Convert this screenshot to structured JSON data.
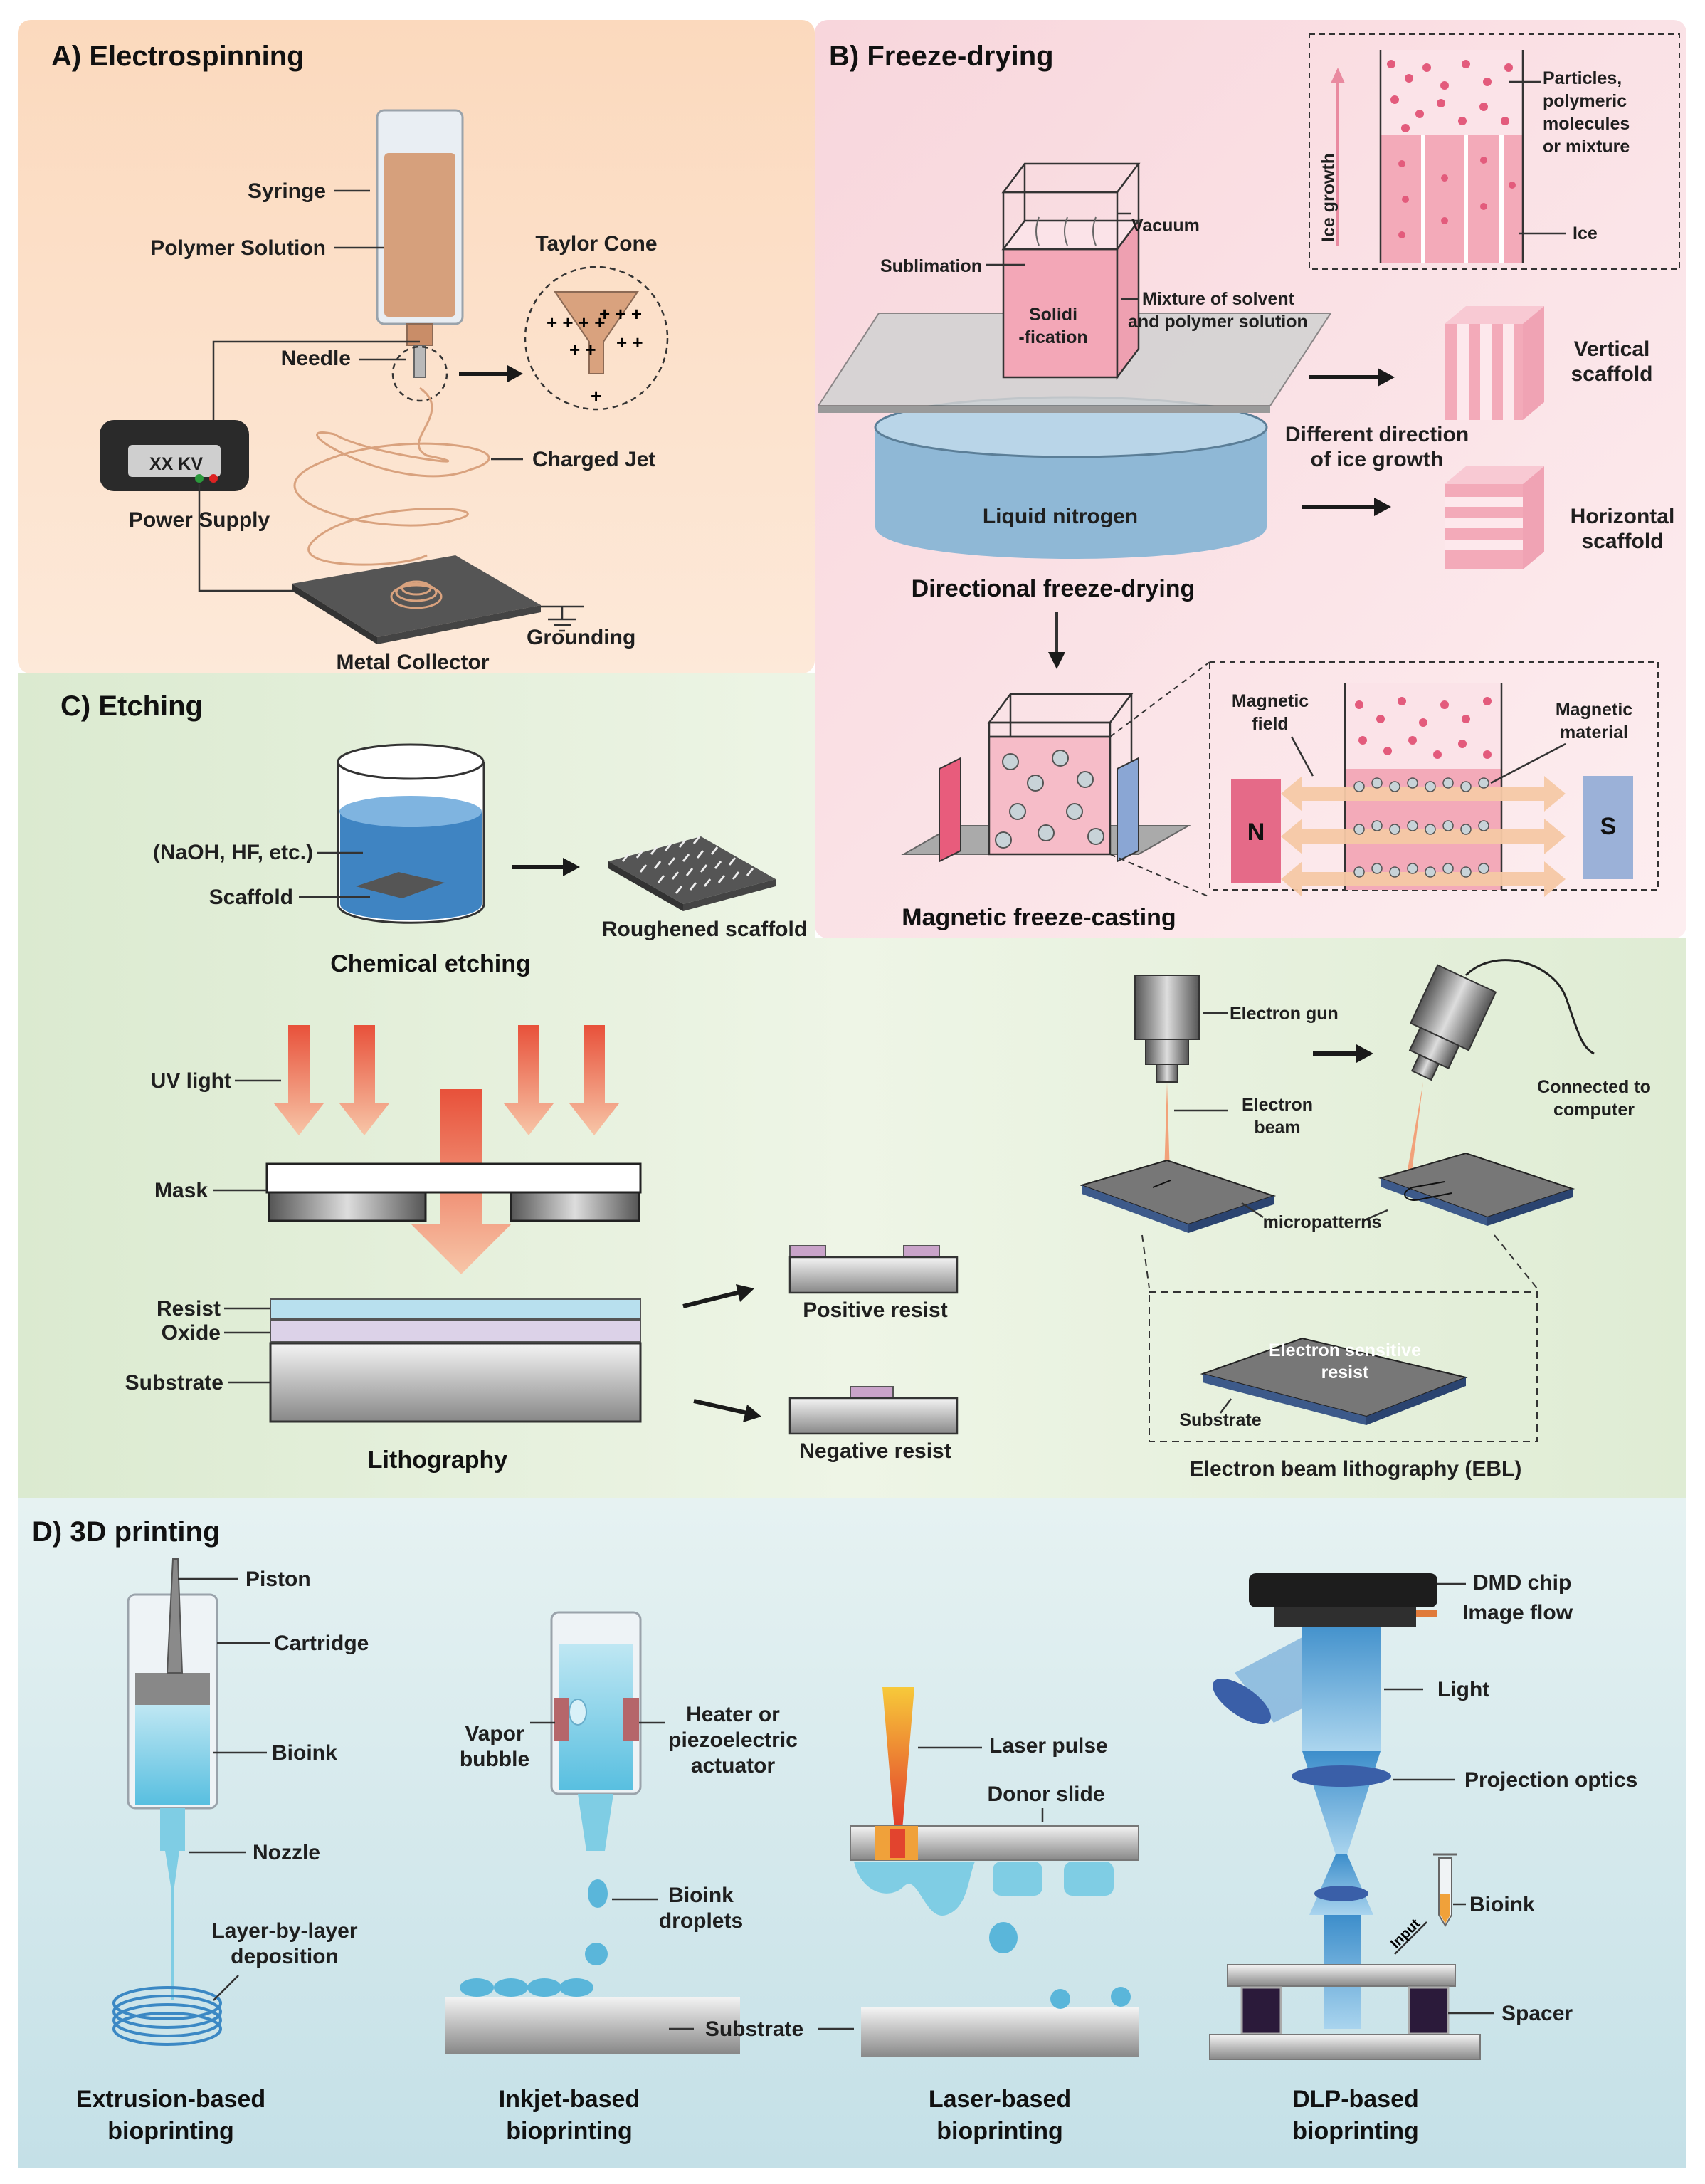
{
  "panels": {
    "a": {
      "title": "A) Electrospinning",
      "labels": {
        "syringe": "Syringe",
        "polymer_solution": "Polymer Solution",
        "taylor_cone": "Taylor Cone",
        "needle": "Needle",
        "charged_jet": "Charged Jet",
        "power_display": "XX KV",
        "power_supply": "Power Supply",
        "metal_collector": "Metal Collector",
        "grounding": "Grounding"
      }
    },
    "b": {
      "title": "B) Freeze-drying",
      "labels": {
        "particles": [
          "Particles,",
          "polymeric",
          "molecules",
          "or mixture"
        ],
        "ice_growth": "Ice growth",
        "ice": "Ice",
        "vacuum": "Vacuum",
        "sublimation": "Sublimation",
        "solidification": [
          "Solidi",
          "-fication"
        ],
        "mixture": [
          "Mixture of solvent",
          "and polymer solution"
        ],
        "vertical": [
          "Vertical",
          "scaffold"
        ],
        "different_direction": [
          "Different direction",
          "of ice growth"
        ],
        "horizontal": [
          "Horizontal",
          "scaffold"
        ],
        "liquid_nitrogen": "Liquid nitrogen",
        "directional": "Directional freeze-drying",
        "magnetic_field": [
          "Magnetic",
          "field"
        ],
        "magnetic_material": [
          "Magnetic",
          "material"
        ],
        "pole_n": "N",
        "pole_s": "S",
        "magnetic_casting": "Magnetic freeze-casting"
      }
    },
    "c": {
      "title": "C) Etching",
      "labels": {
        "naoh": "(NaOH, HF, etc.)",
        "scaffold": "Scaffold",
        "roughened": "Roughened scaffold",
        "chemical_etching": "Chemical etching",
        "uv_light": "UV light",
        "mask": "Mask",
        "resist": "Resist",
        "oxide": "Oxide",
        "substrate": "Substrate",
        "lithography": "Lithography",
        "positive_resist": "Positive resist",
        "negative_resist": "Negative resist",
        "electron_gun": "Electron gun",
        "electron_beam": [
          "Electron",
          "beam"
        ],
        "connected": [
          "Connected to",
          "computer"
        ],
        "micropatterns": "micropatterns",
        "electron_sensitive": [
          "Electron sensitive",
          "resist"
        ],
        "ebl_substrate": "Substrate",
        "ebl": "Electron beam lithography (EBL)"
      }
    },
    "d": {
      "title": "D) 3D printing",
      "labels": {
        "piston": "Piston",
        "cartridge": "Cartridge",
        "bioink": "Bioink",
        "nozzle": "Nozzle",
        "layer": [
          "Layer-by-layer",
          "deposition"
        ],
        "extrusion": [
          "Extrusion-based",
          "bioprinting"
        ],
        "vapor": [
          "Vapor",
          "bubble"
        ],
        "heater": [
          "Heater or",
          "piezoelectric",
          "actuator"
        ],
        "droplets": [
          "Bioink",
          "droplets"
        ],
        "substrate": "Substrate",
        "inkjet": [
          "Inkjet-based",
          "bioprinting"
        ],
        "laser_pulse": "Laser pulse",
        "donor_slide": "Donor slide",
        "laser": [
          "Laser-based",
          "bioprinting"
        ],
        "dmd_chip": "DMD chip",
        "image_flow": "Image flow",
        "light": "Light",
        "projection_optics": "Projection optics",
        "dlp_bioink": "Bioink",
        "input": "Input",
        "spacer": "Spacer",
        "dlp": [
          "DLP-based",
          "bioprinting"
        ]
      }
    }
  },
  "colors": {
    "electrospinning_bg": "#fbe0c8",
    "freeze_bg": "#fadfe3",
    "etching_bg": "#e4efd7",
    "printing_bg": "#cfe6ec",
    "polymer": "#d9a27e",
    "pink": "#e98aa0",
    "nitrogen_blue": "#8fb8d6",
    "uv_orange": "#ee7a4e",
    "bioink_cyan": "#7dcde4"
  }
}
